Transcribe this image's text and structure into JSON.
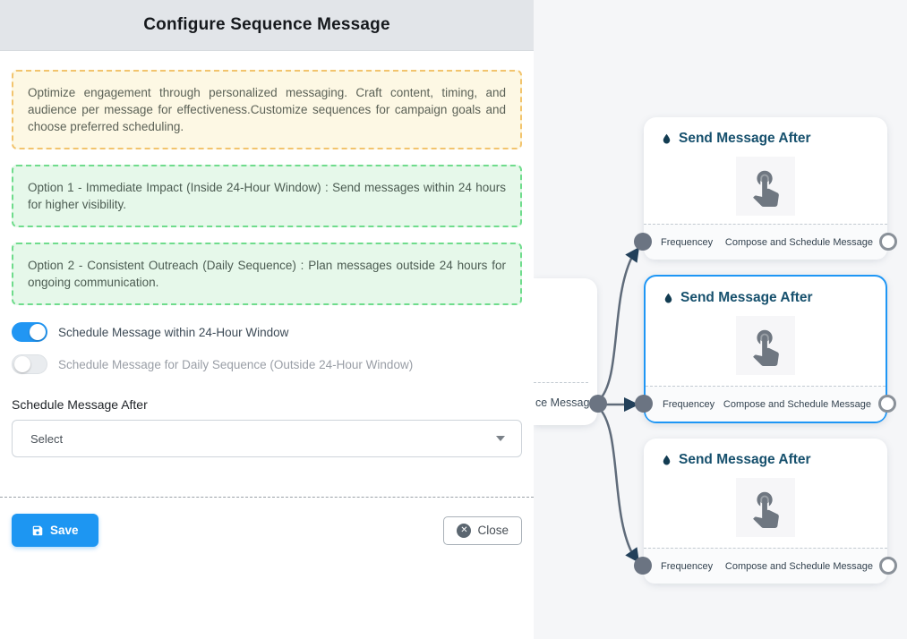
{
  "panel": {
    "title": "Configure Sequence Message",
    "info_note": "Optimize engagement through personalized messaging. Craft content, timing, and audience per message for effectiveness.Customize sequences for campaign goals and choose preferred scheduling.",
    "option1_note": "Option 1 - Immediate Impact (Inside 24-Hour Window) : Send messages within 24 hours for higher visibility.",
    "option2_note": "Option 2 - Consistent Outreach (Daily Sequence) : Plan messages outside 24 hours for ongoing communication.",
    "toggles": [
      {
        "label": "Schedule Message within 24-Hour Window",
        "state": "on"
      },
      {
        "label": "Schedule Message for Daily Sequence (Outside 24-Hour Window)",
        "state": "off"
      }
    ],
    "schedule_after": {
      "label": "Schedule Message After",
      "value": "Select"
    },
    "buttons": {
      "save": "Save",
      "close": "Close"
    }
  },
  "canvas": {
    "partial_node": {
      "footer_label": "ce Message"
    },
    "nodes": [
      {
        "title": "Send Message After",
        "footer_left": "Frequencey",
        "footer_right": "Compose and Schedule Message",
        "selected": false
      },
      {
        "title": "Send Message After",
        "footer_left": "Frequencey",
        "footer_right": "Compose and Schedule Message",
        "selected": true
      },
      {
        "title": "Send Message After",
        "footer_left": "Frequencey",
        "footer_right": "Compose and Schedule Message",
        "selected": false
      }
    ]
  },
  "colors": {
    "accent_blue": "#1d96f2",
    "toggle_on": "#2196f3",
    "selected_node_border": "#1e96f5",
    "warning_border": "#f2c46d",
    "warning_bg": "#fdf8e4",
    "success_border": "#6fdc8c",
    "success_bg": "#e6f8ea",
    "edge_gray": "#5f6b7a",
    "arrow_navy": "#22405a",
    "node_title": "#16506d",
    "header_bg": "#e2e5e9"
  }
}
